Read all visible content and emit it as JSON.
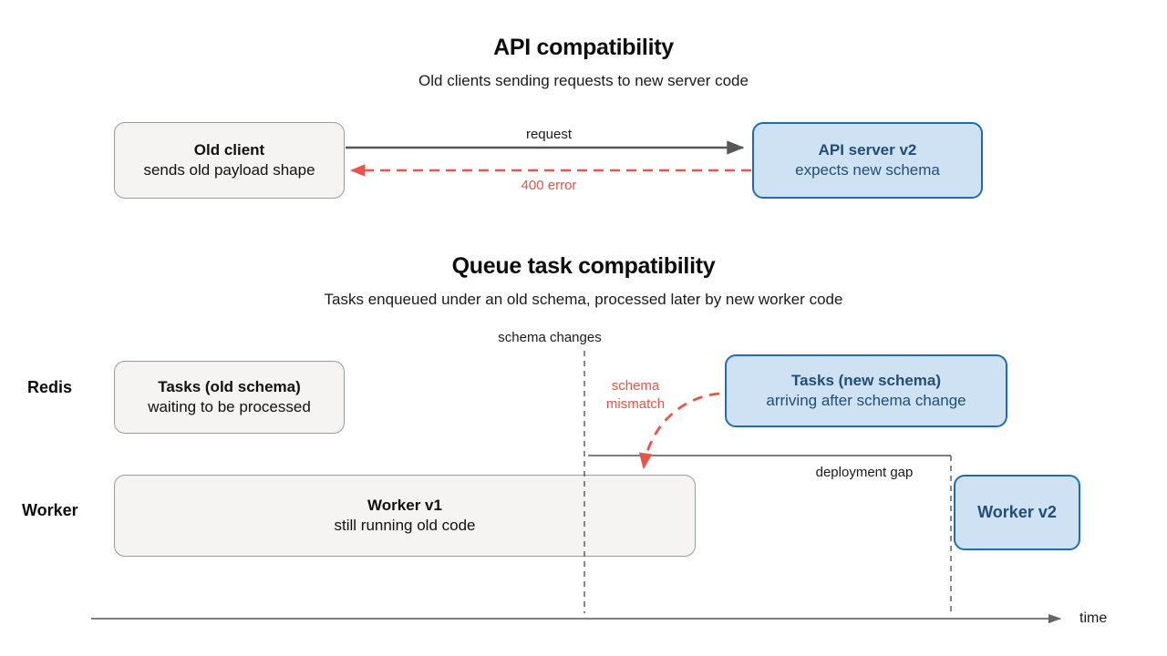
{
  "sections": [
    {
      "id": "api-compatibility",
      "title": "API compatibility",
      "subtitle": "Old clients sending requests to new server code",
      "nodes": [
        {
          "id": "old-client",
          "style": "grey",
          "title": "Old client",
          "subtitle": "sends old payload shape"
        },
        {
          "id": "api-server-v2",
          "style": "blue",
          "title": "API server v2",
          "subtitle": "expects new schema"
        }
      ],
      "edges": [
        {
          "id": "request",
          "label": "request",
          "style": "solid-gray",
          "direction": "right"
        },
        {
          "id": "error-400",
          "label": "400 error",
          "style": "dashed-red",
          "direction": "left"
        }
      ]
    },
    {
      "id": "queue-task-compatibility",
      "title": "Queue task compatibility",
      "subtitle": "Tasks enqueued under an old schema, processed later by new worker code",
      "lanes": [
        {
          "id": "redis",
          "label": "Redis"
        },
        {
          "id": "worker",
          "label": "Worker"
        }
      ],
      "nodes": [
        {
          "id": "tasks-old-schema",
          "style": "grey",
          "title": "Tasks (old schema)",
          "subtitle": "waiting to be processed"
        },
        {
          "id": "tasks-new-schema",
          "style": "blue",
          "title": "Tasks (new schema)",
          "subtitle": "arriving after schema change"
        },
        {
          "id": "worker-v1",
          "style": "grey",
          "title": "Worker v1",
          "subtitle": "still running old code"
        },
        {
          "id": "worker-v2",
          "style": "blue",
          "title": "Worker v2",
          "subtitle": ""
        }
      ],
      "markers": [
        {
          "id": "schema-changes",
          "label": "schema changes",
          "style": "dashed-vertical"
        },
        {
          "id": "deployment-gap",
          "label": "deployment gap",
          "style": "bracket"
        }
      ],
      "edges": [
        {
          "id": "schema-mismatch",
          "label_line1": "schema",
          "label_line2": "mismatch",
          "style": "dashed-red-curve",
          "direction": "down"
        }
      ],
      "axis": {
        "id": "time-axis",
        "label": "time",
        "direction": "right"
      }
    }
  ],
  "colors": {
    "blue_fill": "#cfe2f3",
    "blue_stroke": "#1f6cb5",
    "blue_text": "#1f4e79",
    "grey_fill": "#f5f4f2",
    "grey_stroke": "#9a9a97",
    "red": "#e8544a",
    "arrow_gray": "#575757",
    "text": "#111111"
  }
}
